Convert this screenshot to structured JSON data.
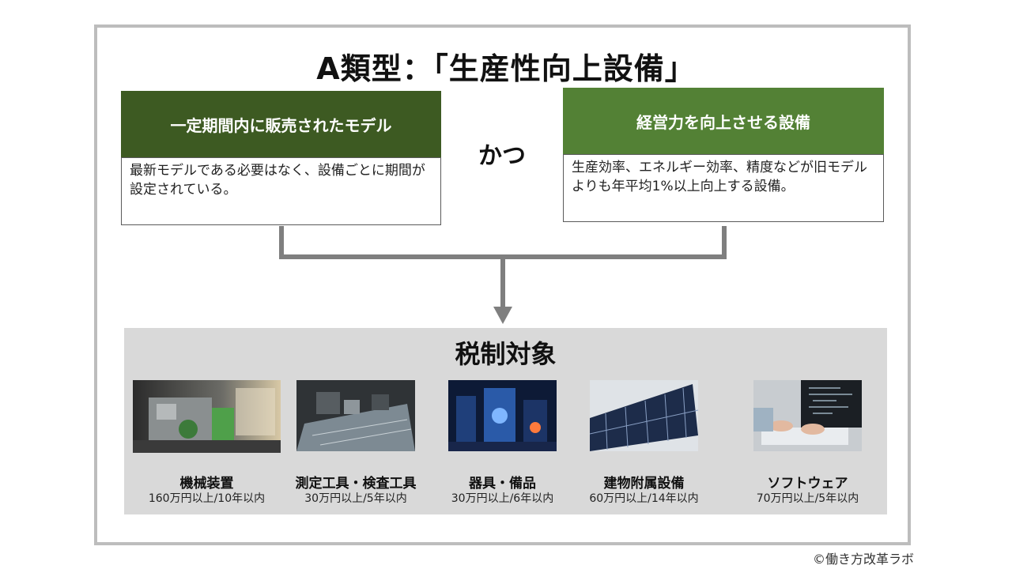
{
  "title": "A類型：「生産性向上設備」",
  "left_box": {
    "header": "一定期間内に販売されたモデル",
    "body": "最新モデルである必要はなく、設備ごとに期間が設定されている。"
  },
  "connector_word": "かつ",
  "right_box": {
    "header": "経営力を向上させる設備",
    "body": "生産効率、エネルギー効率、精度などが旧モデルよりも年平均1%以上向上する設備。"
  },
  "target": {
    "title": "税制対象",
    "items": [
      {
        "name": "機械装置",
        "condition": "160万円以上/10年以内",
        "image": "factory-machine-photo"
      },
      {
        "name": "測定工具・検査工具",
        "condition": "30万円以上/5年以内",
        "image": "measuring-tools-photo"
      },
      {
        "name": "器具・備品",
        "condition": "30万円以上/6年以内",
        "image": "equipment-photo"
      },
      {
        "name": "建物附属設備",
        "condition": "60万円以上/14年以内",
        "image": "solar-panels-photo"
      },
      {
        "name": "ソフトウェア",
        "condition": "70万円以上/5年以内",
        "image": "software-coding-photo"
      }
    ]
  },
  "credit": "©働き方改革ラボ",
  "colors": {
    "left_header": "#3d5a22",
    "right_header": "#538135",
    "panel": "#d9d9d9",
    "connector": "#7f7f7f",
    "frame": "#bdbdbd"
  }
}
